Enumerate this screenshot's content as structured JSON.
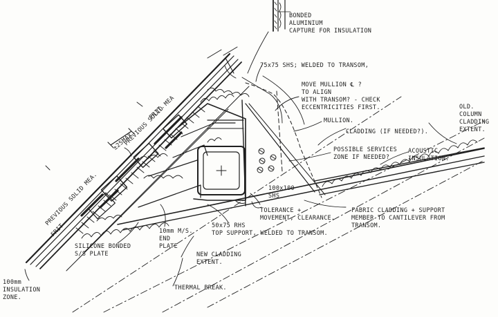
{
  "labels": {
    "bonded": "BONDED\nALUMINIUM\nCAPTURE FOR INSULATION",
    "shs_welded": "75x75 SHS; WELDED TO TRANSOM,",
    "move_mullion": "MOVE MULLION ℄ ?\nTO ALIGN\nWITH TRANSOM? - CHECK\nECCENTRICITIES FIRST.",
    "mullion": "MULLION.",
    "old_column": "OLD.\nCOLUMN\nCLADDING\nEXTENT.",
    "cladding_if_needed": "CLADDING (IF NEEDED?).",
    "possible_services": "POSSIBLE SERVICES\nZONE IF NEEDED?",
    "acoustic": "ACOUSTIC\nINSULATION.",
    "shs_100": "100x100\nSHS",
    "tolerance": "TOLERANCE +\nMOVEMENT, CLEARANCE.",
    "fabric": "FABRIC CLADDING + SUPPORT\nMEMBER TO CANTILEVER FROM\nTRANSOM.",
    "rhs_top": "50x75 RHS\nTOP SUPPORT, WELDED TO TRANSOM.",
    "end_plate": "10mm M/S.\nEND\nPLATE",
    "silicone": "SILICONE BONDED\nS/S PLATE",
    "new_cladding": "NEW CLADDING\nEXTENT.",
    "thermal_break": "THERMAL BREAK.",
    "insulation_zone": "100mm\nINSULATION\nZONE.",
    "prev_solid_upper": "PREVIOUS SOLID MEA",
    "prev_solid_lower": "PREVIOUS SOLID MEA.",
    "frit_upper": "FRIT.",
    "frit_lower": "FRIT",
    "max_dim": "±25MAX"
  }
}
